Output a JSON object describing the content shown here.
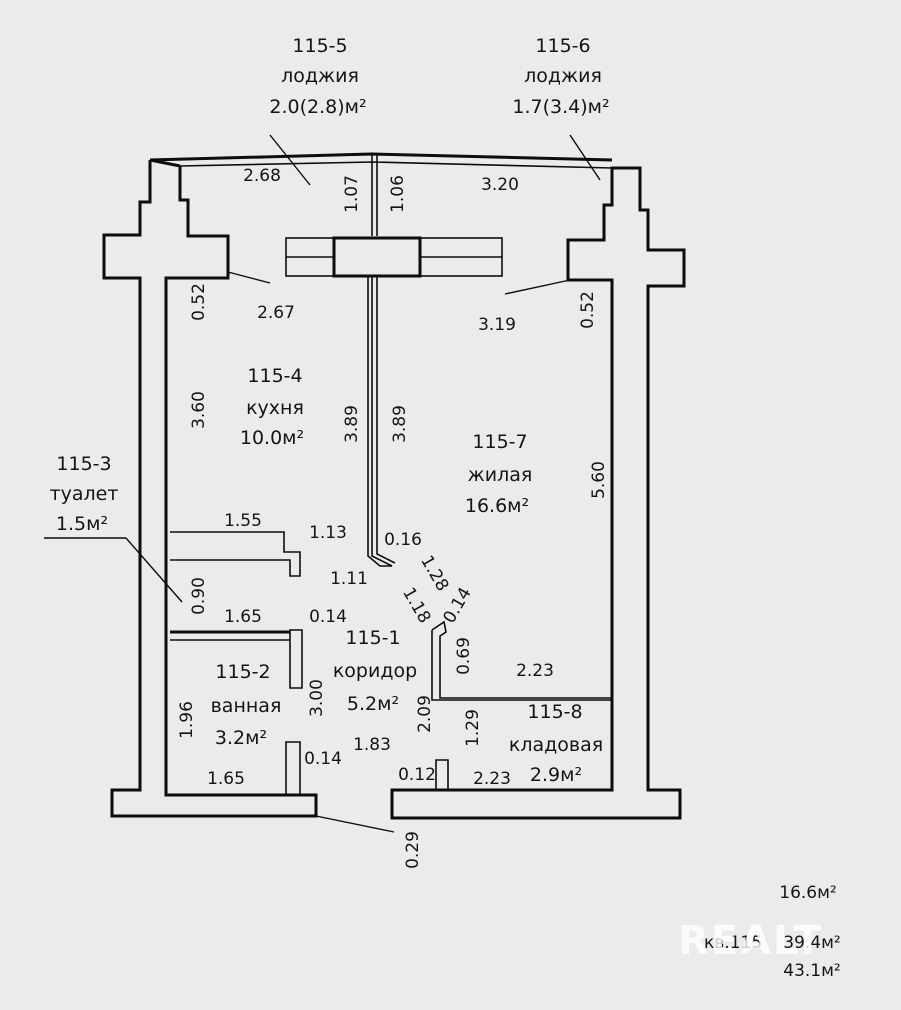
{
  "rooms": {
    "loggia_a": {
      "number": "115-5",
      "name": "лоджия",
      "area": "2.0(2.8)м²"
    },
    "loggia_b": {
      "number": "115-6",
      "name": "лоджия",
      "area": "1.7(3.4)м²"
    },
    "kitchen": {
      "number": "115-4",
      "name": "кухня",
      "area": "10.0м²"
    },
    "living": {
      "number": "115-7",
      "name": "жилая",
      "area": "16.6м²"
    },
    "toilet": {
      "number": "115-3",
      "name": "туалет",
      "area": "1.5м²"
    },
    "corridor": {
      "number": "115-1",
      "name": "коридор",
      "area": "5.2м²"
    },
    "bathroom": {
      "number": "115-2",
      "name": "ванная",
      "area": "3.2м²"
    },
    "storage": {
      "number": "115-8",
      "name": "кладовая",
      "area": "2.9м²"
    }
  },
  "dimensions": {
    "d_268": "2.68",
    "d_107": "1.07",
    "d_106": "1.06",
    "d_320": "3.20",
    "d_052_left": "0.52",
    "d_267": "2.67",
    "d_319": "3.19",
    "d_052_right": "0.52",
    "d_360": "3.60",
    "d_389_a": "3.89",
    "d_389_b": "3.89",
    "d_560": "5.60",
    "d_155": "1.55",
    "d_113": "1.13",
    "d_016": "0.16",
    "d_111": "1.11",
    "d_128": "1.28",
    "d_090": "0.90",
    "d_165_top": "1.65",
    "d_014_a": "0.14",
    "d_118": "1.18",
    "d_014_b": "0.14",
    "d_069": "0.69",
    "d_223_top": "2.23",
    "d_300": "3.00",
    "d_209": "2.09",
    "d_196": "1.96",
    "d_183": "1.83",
    "d_129": "1.29",
    "d_014_c": "0.14",
    "d_165_bottom": "1.65",
    "d_012": "0.12",
    "d_223_bottom": "2.23",
    "d_029": "0.29"
  },
  "summary": {
    "living": "16.6м²",
    "apartment_prefix": "кв.115",
    "total": "39.4м²",
    "total_with_loggias": "43.1м²"
  },
  "watermark": "REALT"
}
